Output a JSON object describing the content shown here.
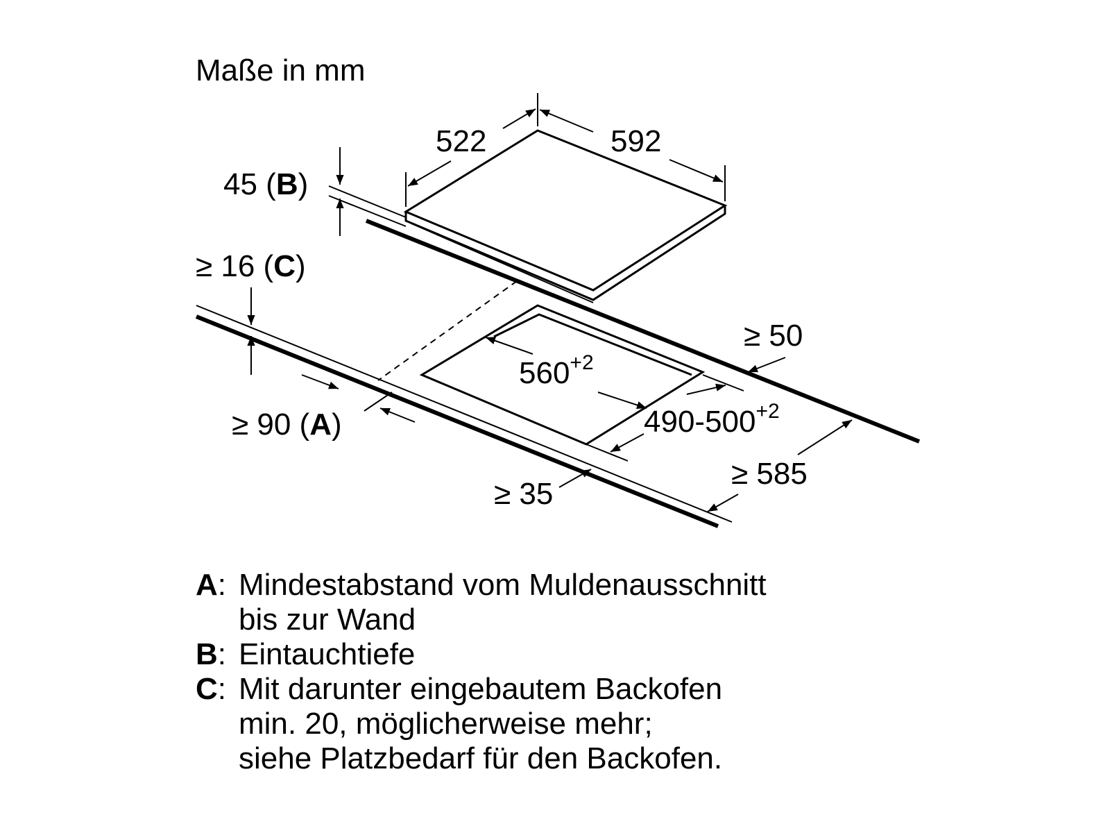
{
  "title": "Maße in mm",
  "labels": {
    "hob_depth": "522",
    "hob_width": "592",
    "depth_b_value": "45 (",
    "depth_b_key": "B",
    "depth_b_close": ")",
    "min_c_value": "≥ 16 (",
    "min_c_key": "C",
    "min_c_close": ")",
    "min_50": "≥ 50",
    "cutout_width_base": "560",
    "cutout_width_tol": "+2",
    "cutout_depth_base": "490-500",
    "cutout_depth_tol": "+2",
    "min_a_value": "≥ 90 (",
    "min_a_key": "A",
    "min_a_close": ")",
    "min_585": "≥ 585",
    "min_35": "≥ 35"
  },
  "legend": [
    {
      "key": "A",
      "lines": [
        "Mindestabstand vom Muldenausschnitt",
        "bis zur Wand"
      ]
    },
    {
      "key": "B",
      "lines": [
        "Eintauchtiefe"
      ]
    },
    {
      "key": "C",
      "lines": [
        "Mit darunter eingebautem Backofen",
        "min. 20, möglicherweise mehr;",
        "siehe Platzbedarf für den Backofen."
      ]
    }
  ],
  "colors": {
    "line": "#000000",
    "background": "#ffffff"
  }
}
